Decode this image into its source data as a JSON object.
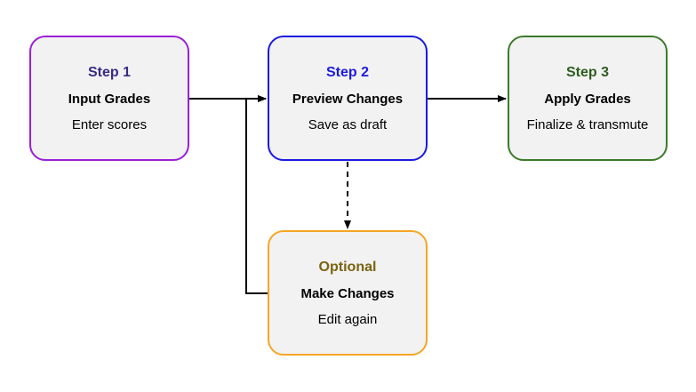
{
  "nodes": {
    "step1": {
      "step": "Step 1",
      "title": "Input Grades",
      "desc": "Enter scores",
      "border_color": "#9b1fd6",
      "step_color": "#3b2a82"
    },
    "step2": {
      "step": "Step 2",
      "title": "Preview Changes",
      "desc": "Save as draft",
      "border_color": "#1a1ae0",
      "step_color": "#1a1ae0"
    },
    "step3": {
      "step": "Step 3",
      "title": "Apply Grades",
      "desc": "Finalize & transmute",
      "border_color": "#3c7a2a",
      "step_color": "#2e5d1f"
    },
    "optional": {
      "step": "Optional",
      "title": "Make Changes",
      "desc": "Edit again",
      "border_color": "#f5a623",
      "step_color": "#7a6410"
    }
  },
  "edges": [
    {
      "from": "step1",
      "to": "step2",
      "style": "solid"
    },
    {
      "from": "step2",
      "to": "step3",
      "style": "solid"
    },
    {
      "from": "step2",
      "to": "optional",
      "style": "dashed"
    },
    {
      "from": "optional",
      "to": "step2",
      "style": "solid"
    }
  ]
}
